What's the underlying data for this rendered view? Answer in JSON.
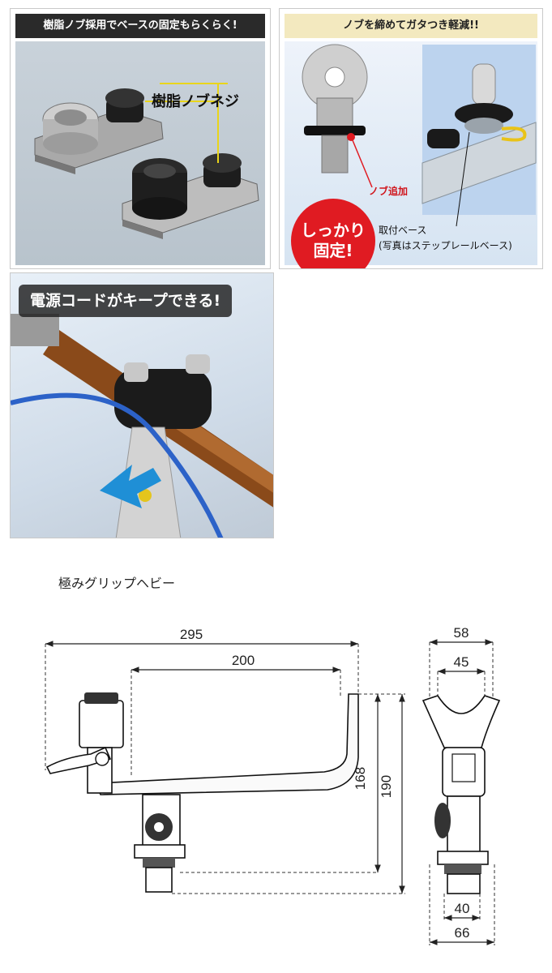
{
  "panel1": {
    "banner": "樹脂ノブ採用でベースの固定もらくらく!",
    "knob_label": "樹脂ノブネジ"
  },
  "panel2": {
    "banner": "ノブを締めてガタつき軽減!!",
    "circle_line1": "しっかり",
    "circle_line2": "固定!",
    "knob_added": "ノブ追加",
    "base_line1": "取付ベース",
    "base_line2": "(写真はステップレールベース)"
  },
  "panel3": {
    "banner": "電源コードがキープできる!"
  },
  "product_name": "極みグリップヘビー",
  "dimensions": {
    "overall_length": "295",
    "arm_length": "200",
    "height_inner": "168",
    "height_total": "190",
    "top_width": "58",
    "inner_width": "45",
    "base_inner_width": "40",
    "base_width": "66"
  },
  "colors": {
    "accent_red": "#e01b22",
    "banner_dark": "#2a2a2a",
    "banner_cream": "#f3e9bf",
    "knob_yellow": "#e9d51a"
  }
}
